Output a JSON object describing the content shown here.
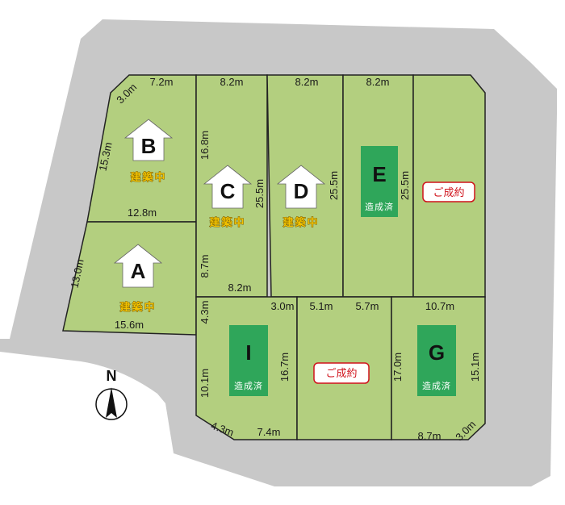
{
  "lots": {
    "A": {
      "letter": "A",
      "status": "建築中",
      "dims": [
        "13.0m",
        "15.6m"
      ]
    },
    "B": {
      "letter": "B",
      "status": "建築中",
      "dims": [
        "3.0m",
        "7.2m",
        "15.3m",
        "12.8m"
      ]
    },
    "C": {
      "letter": "C",
      "status": "建築中",
      "dims": [
        "8.2m",
        "16.8m",
        "25.5m",
        "8.7m",
        "8.2m"
      ]
    },
    "D": {
      "letter": "D",
      "status": "建築中",
      "dims": [
        "8.2m",
        "25.5m"
      ]
    },
    "E": {
      "letter": "E",
      "status": "造成済",
      "dims": [
        "8.2m",
        "25.5m"
      ]
    },
    "F": {
      "status": "ご成約"
    },
    "I": {
      "letter": "I",
      "status": "造成済",
      "dims": [
        "4.3m",
        "3.0m",
        "16.7m",
        "10.1m",
        "4.3m",
        "7.4m"
      ]
    },
    "H": {
      "status": "ご成約",
      "dims": [
        "5.1m",
        "5.7m"
      ]
    },
    "G": {
      "letter": "G",
      "status": "造成済",
      "dims": [
        "10.7m",
        "17.0m",
        "15.1m",
        "8.7m",
        "3.0m"
      ]
    }
  },
  "compass": {
    "label": "N"
  },
  "colors": {
    "road": "#c8c8c8",
    "lot": "#b3cf7f",
    "developed": "#2fa65a",
    "house": "#ffffff",
    "sold": "#d0121b",
    "construction_text": "#f2c200",
    "line": "#222222"
  }
}
